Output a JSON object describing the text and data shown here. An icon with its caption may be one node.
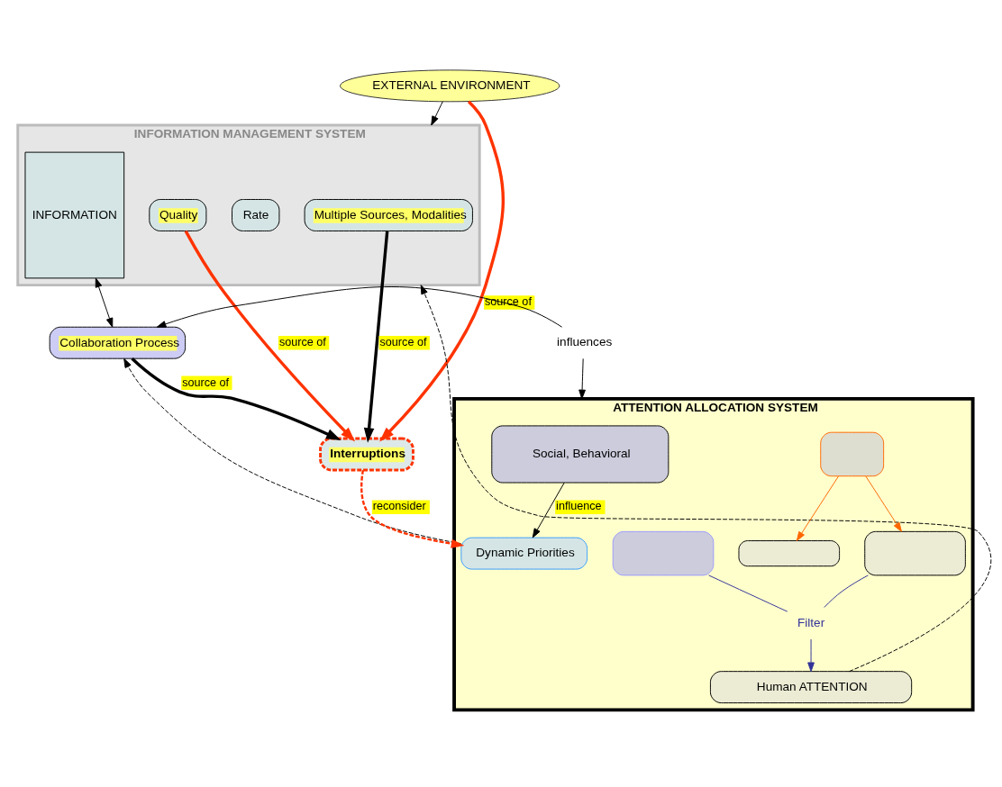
{
  "diagram": {
    "nodes": [
      {
        "text": [
          "EXTERNAL ENVIRONMENT"
        ]
      },
      {
        "text": [
          "INFORMATION MANAGEMENT SYSTEM"
        ]
      },
      {
        "text": [
          "INFORMATION"
        ],
        "in": 1
      },
      {
        "text": [
          "Rate"
        ],
        "in": 1
      },
      {
        "text": [
          "Quality"
        ],
        "in": 1
      },
      {
        "text": [
          "Multiple Sources, Modalities"
        ],
        "in": 1
      },
      {
        "text": [
          "ATTENTION ALLOCATION SYSTEM"
        ]
      },
      {
        "text": [
          "Human ATTENTION"
        ],
        "in": 6
      },
      {
        "text": [],
        "shape": "box",
        "in": 6
      },
      {
        "text": [],
        "shape": "box",
        "in": 6
      },
      {
        "text": [],
        "shape": "box",
        "in": 6
      },
      {
        "text": [
          "Dynamic Priorities"
        ],
        "in": 6
      },
      {
        "text": [],
        "shape": "box",
        "in": 6
      },
      {
        "text": [
          "Filter"
        ],
        "in": 6
      },
      {
        "text": [
          "Social, Behavioral"
        ],
        "in": 6
      },
      {
        "text": [
          "Interruptions"
        ]
      },
      {
        "text": [
          "Collaboration Process"
        ]
      },
      {
        "text": [
          "influences"
        ]
      }
    ],
    "edges": [
      {
        "from": 0,
        "to": 1,
        "arrow": "to"
      },
      {
        "from": 0,
        "to": 15,
        "arrow": "to",
        "label": "source of",
        "style": "thick",
        "color": "#ff3300"
      },
      {
        "from": 7,
        "to": 1,
        "arrow": "to",
        "style": "dashed"
      },
      {
        "from": 4,
        "to": 15,
        "arrow": "to",
        "label": "source of",
        "style": "thick",
        "color": "#ff3300"
      },
      {
        "from": 5,
        "to": 15,
        "arrow": "to",
        "label": "source of",
        "style": "thick"
      },
      {
        "from": 16,
        "to": 15,
        "arrow": "to",
        "label": "source of",
        "style": "thick"
      },
      {
        "from": 2,
        "to": 16,
        "arrow": "both"
      },
      {
        "from": 15,
        "to": 11,
        "arrow": "to",
        "label": "reconsider",
        "style": "dashed",
        "color": "#ff3300"
      },
      {
        "from": 11,
        "to": 16,
        "arrow": "to",
        "style": "dashed"
      },
      {
        "from": 9,
        "to": 8,
        "arrow": "to",
        "color": "#ff6600"
      },
      {
        "from": 9,
        "to": 10,
        "arrow": "to",
        "color": "#ff6600"
      },
      {
        "from": 13,
        "to": 7,
        "arrow": "to",
        "color": "#333399"
      },
      {
        "from": 10,
        "to": 13,
        "arrow": "none",
        "color": "#333399"
      },
      {
        "from": 12,
        "to": 13,
        "arrow": "none",
        "color": "#333399"
      },
      {
        "from": 14,
        "to": 11,
        "arrow": "to",
        "label": "influence"
      },
      {
        "from": 17,
        "to": 16,
        "arrow": "to"
      },
      {
        "from": 17,
        "to": 6,
        "arrow": "to"
      }
    ]
  }
}
